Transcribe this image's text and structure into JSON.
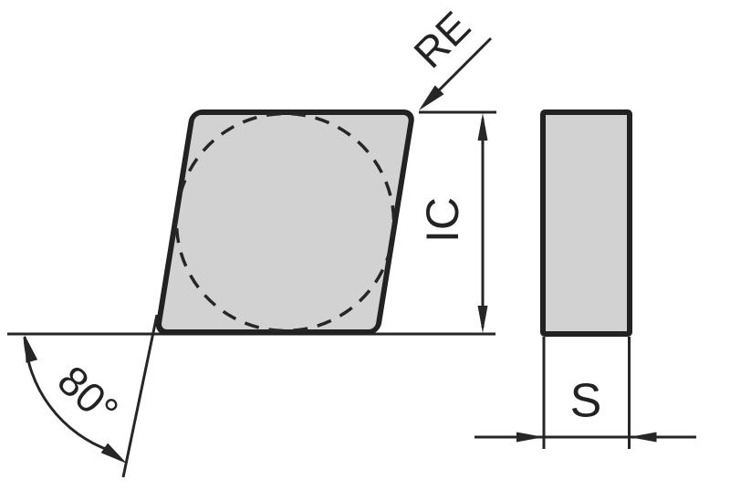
{
  "labels": {
    "corner_radius": "RE",
    "inscribed_circle": "IC",
    "thickness": "S",
    "nose_angle": "80°"
  },
  "colors": {
    "face_fill": "#d2d2d2",
    "outline": "#222222",
    "thin_line": "#262626",
    "background": "#ffffff"
  }
}
